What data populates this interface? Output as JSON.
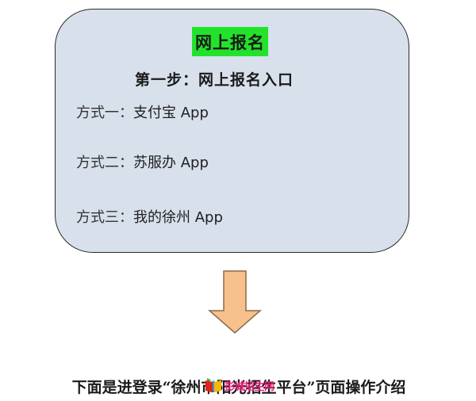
{
  "card": {
    "title": "网上报名",
    "step": "第一步：网上报名入口",
    "methods": [
      {
        "label": "方式一：",
        "value": "支付宝 App"
      },
      {
        "label": "方式二：",
        "value": "苏服办 App"
      },
      {
        "label": "方式三：",
        "value": "我的徐州 App"
      }
    ]
  },
  "footer": {
    "text": "下面是进登录“徐州市阳光招生平台”页面操作介绍"
  },
  "watermark": {
    "text": "彭城招生网"
  },
  "colors": {
    "card_bg": "#d8e0ec",
    "title_highlight": "#22e32a",
    "arrow_fill": "#f7c08c",
    "arrow_stroke": "#8a6a4a"
  }
}
